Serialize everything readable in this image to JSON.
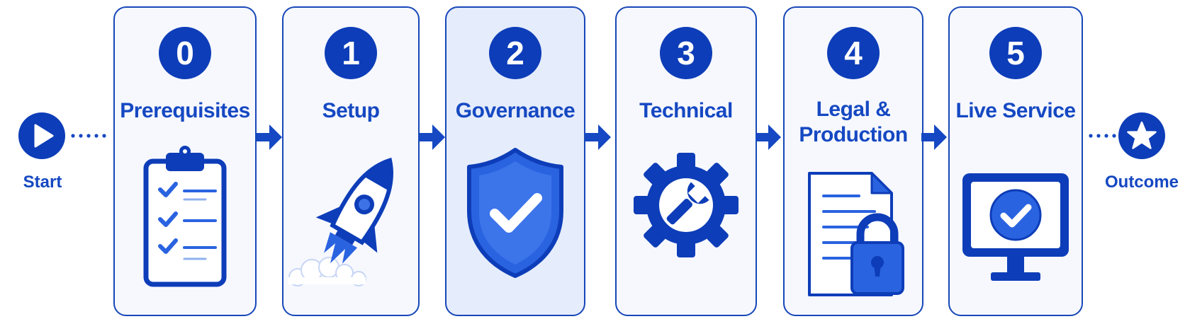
{
  "start": {
    "label": "Start",
    "icon": "play-icon"
  },
  "outcome": {
    "label": "Outcome",
    "icon": "star-icon"
  },
  "steps": [
    {
      "number": "0",
      "title": "Prerequisites",
      "icon": "clipboard-checklist-icon"
    },
    {
      "number": "1",
      "title": "Setup",
      "icon": "rocket-icon"
    },
    {
      "number": "2",
      "title": "Governance",
      "icon": "shield-check-icon"
    },
    {
      "number": "3",
      "title": "Technical",
      "icon": "gear-wrench-icon"
    },
    {
      "number": "4",
      "title": "Legal &\nProduction",
      "icon": "document-lock-icon"
    },
    {
      "number": "5",
      "title": "Live Service",
      "icon": "monitor-check-icon"
    }
  ],
  "colors": {
    "primary": "#0d3db8",
    "accent": "#2a63e0",
    "card_border": "#1747b8",
    "card_background": "#f6f8fe",
    "highlight_background": "#e5ecfb"
  }
}
